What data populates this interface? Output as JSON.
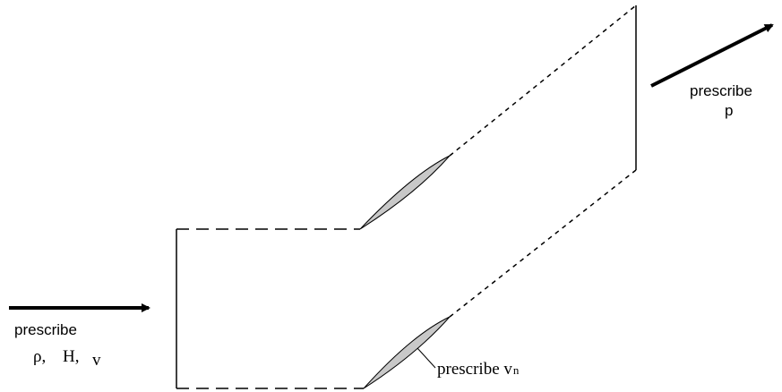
{
  "inlet": {
    "label": "prescribe",
    "rho": "ρ,",
    "h": "H,",
    "v": "v"
  },
  "outlet": {
    "label": "prescribe",
    "p": "p"
  },
  "blade_bc": {
    "label": "prescribe v",
    "subscript": "n"
  },
  "colors": {
    "line": "#000000",
    "blade_fill": "#c8c8c8"
  }
}
